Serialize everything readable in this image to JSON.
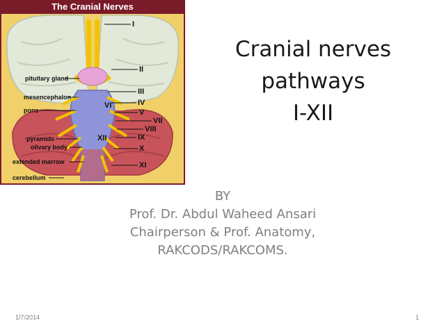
{
  "figure": {
    "title": "The Cranial Nerves",
    "labels": {
      "pituitary": "pituitary gland",
      "mesencephalon": "mesencephalon",
      "pons": "pons",
      "pyramids": "pyramids",
      "olivary": "olivary body",
      "marrow": "extended marrow",
      "cerebellum": "cerebellum"
    },
    "numerals": {
      "I": "I",
      "II": "II",
      "III": "III",
      "IV": "IV",
      "V": "V",
      "VI": "VI",
      "VII": "VII",
      "VIII": "VIII",
      "IX": "IX",
      "X": "X",
      "XI": "XI",
      "XII": "XII"
    },
    "colors": {
      "frame": "#7a1b2a",
      "background": "#f1d06a",
      "cerebrum": "#e3e9d9",
      "cerebellum": "#c9535a",
      "brainstem": "#8f93d8",
      "pituitary": "#e7a3d6",
      "nerves": "#f2c400"
    }
  },
  "title_lines": [
    "Cranial nerves",
    "pathways",
    "I-XII"
  ],
  "byline_lines": [
    "BY",
    "Prof. Dr. Abdul Waheed Ansari",
    "Chairperson & Prof. Anatomy,",
    "RAKCODS/RAKCOMS."
  ],
  "footer": {
    "date": "1/7/2014",
    "page": "1"
  }
}
